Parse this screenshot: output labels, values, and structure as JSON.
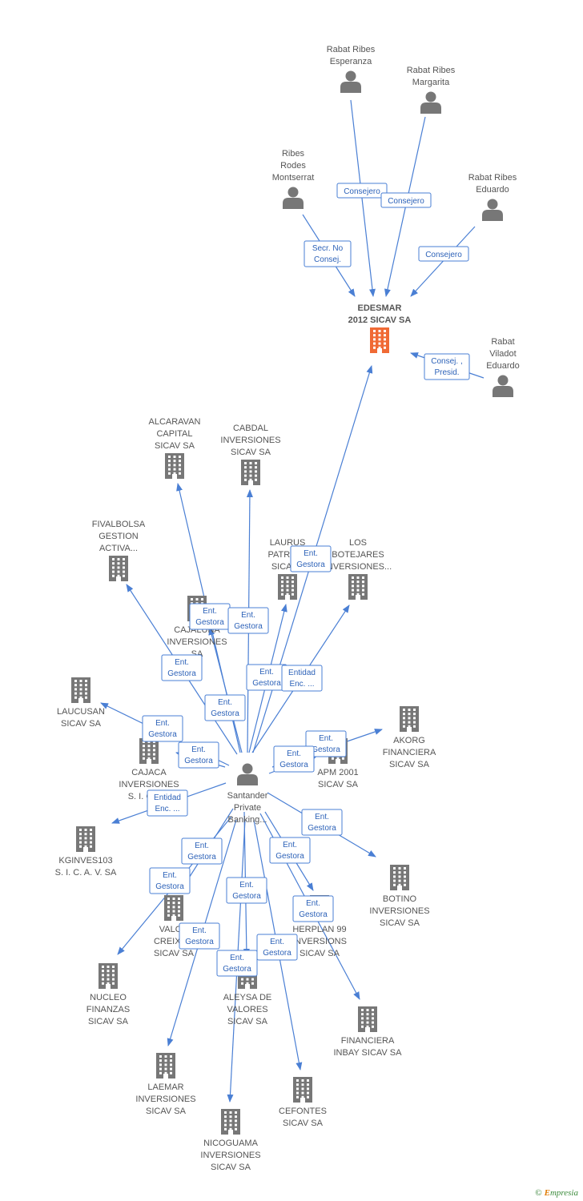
{
  "colors": {
    "edge": "#4a7fd4",
    "node": "#777777",
    "highlight": "#f06a35"
  },
  "nodes": [
    {
      "id": "edesmar",
      "type": "company",
      "highlight": true,
      "label": [
        "EDESMAR",
        "2012 SICAV SA"
      ]
    },
    {
      "id": "esperanza",
      "type": "person",
      "label": [
        "Rabat Ribes",
        "Esperanza"
      ]
    },
    {
      "id": "margarita",
      "type": "person",
      "label": [
        "Rabat Ribes",
        "Margarita"
      ]
    },
    {
      "id": "montserrat",
      "type": "person",
      "label": [
        "Ribes",
        "Rodes",
        "Montserrat"
      ]
    },
    {
      "id": "eduardo",
      "type": "person",
      "label": [
        "Rabat Ribes",
        "Eduardo"
      ]
    },
    {
      "id": "viladot",
      "type": "person",
      "label": [
        "Rabat",
        "Viladot",
        "Eduardo"
      ]
    },
    {
      "id": "santander",
      "type": "person",
      "label": [
        "Santander",
        "Private",
        "Banking..."
      ]
    },
    {
      "id": "alcaravan",
      "type": "company",
      "label": [
        "ALCARAVAN",
        "CAPITAL",
        "SICAV SA"
      ]
    },
    {
      "id": "cabdal",
      "type": "company",
      "label": [
        "CABDAL",
        "INVERSIONES",
        "SICAV SA"
      ]
    },
    {
      "id": "fivalbolsa",
      "type": "company",
      "label": [
        "FIVALBOLSA",
        "GESTION",
        "ACTIVA..."
      ]
    },
    {
      "id": "laurus",
      "type": "company",
      "label": [
        "LAURUS",
        "PATRIM...",
        "SICAV..."
      ]
    },
    {
      "id": "botejares",
      "type": "company",
      "label": [
        "LOS",
        "BOTEJARES",
        "INVERSIONES..."
      ]
    },
    {
      "id": "cajaluna",
      "type": "company",
      "label": [
        "CAJALUNA",
        "INVERSIONES",
        "SA"
      ]
    },
    {
      "id": "laucusan",
      "type": "company",
      "label": [
        "LAUCUSAN",
        "SICAV SA"
      ]
    },
    {
      "id": "akorg",
      "type": "company",
      "label": [
        "AKORG",
        "FINANCIERA",
        "SICAV SA"
      ]
    },
    {
      "id": "cajaca",
      "type": "company",
      "label": [
        "CAJACA",
        "INVERSIONES",
        "S. I. C. A..."
      ]
    },
    {
      "id": "apm",
      "type": "company",
      "label": [
        "APM 2001",
        "SICAV SA"
      ]
    },
    {
      "id": "kginves",
      "type": "company",
      "label": [
        "KGINVES103",
        "S. I. C. A. V. SA"
      ]
    },
    {
      "id": "botino",
      "type": "company",
      "label": [
        "BOTINO",
        "INVERSIONES",
        "SICAV SA"
      ]
    },
    {
      "id": "valor",
      "type": "company",
      "label": [
        "VALOR",
        "CREIXE...",
        "SICAV SA"
      ]
    },
    {
      "id": "herplan",
      "type": "company",
      "label": [
        "HERPLAN 99",
        "INVERSIONS",
        "SICAV SA"
      ]
    },
    {
      "id": "nucleo",
      "type": "company",
      "label": [
        "NUCLEO",
        "FINANZAS",
        "SICAV SA"
      ]
    },
    {
      "id": "aleysa",
      "type": "company",
      "label": [
        "ALEYSA DE",
        "VALORES",
        "SICAV SA"
      ]
    },
    {
      "id": "inbay",
      "type": "company",
      "label": [
        "FINANCIERA",
        "INBAY SICAV SA"
      ]
    },
    {
      "id": "laemar",
      "type": "company",
      "label": [
        "LAEMAR",
        "INVERSIONES",
        "SICAV SA"
      ]
    },
    {
      "id": "cefontes",
      "type": "company",
      "label": [
        "CEFONTES",
        "SICAV SA"
      ]
    },
    {
      "id": "nicoguama",
      "type": "company",
      "label": [
        "NICOGUAMA",
        "INVERSIONES",
        "SICAV SA"
      ]
    }
  ],
  "edges": [
    {
      "from": "esperanza",
      "to": "edesmar",
      "label": [
        "Consejero"
      ]
    },
    {
      "from": "margarita",
      "to": "edesmar",
      "label": [
        "Consejero"
      ]
    },
    {
      "from": "montserrat",
      "to": "edesmar",
      "label": [
        "Secr.  No",
        "Consej."
      ]
    },
    {
      "from": "eduardo",
      "to": "edesmar",
      "label": [
        "Consejero"
      ]
    },
    {
      "from": "viladot",
      "to": "edesmar",
      "label": [
        "Consej. ,",
        "Presid."
      ]
    },
    {
      "from": "santander",
      "to": "edesmar",
      "label": [
        "Ent.",
        "Gestora"
      ]
    },
    {
      "from": "santander",
      "to": "alcaravan",
      "label": [
        "Ent.",
        "Gestora"
      ]
    },
    {
      "from": "santander",
      "to": "cabdal",
      "label": [
        "Ent.",
        "Gestora"
      ]
    },
    {
      "from": "santander",
      "to": "fivalbolsa",
      "label": [
        "Ent.",
        "Gestora"
      ]
    },
    {
      "from": "santander",
      "to": "laurus",
      "label": [
        "Ent.",
        "Gestora"
      ]
    },
    {
      "from": "santander",
      "to": "botejares",
      "label": [
        "Entidad",
        "Enc. ..."
      ]
    },
    {
      "from": "santander",
      "to": "cajaluna",
      "label": [
        "Ent.",
        "Gestora"
      ]
    },
    {
      "from": "santander",
      "to": "laucusan",
      "label": [
        "Ent.",
        "Gestora"
      ]
    },
    {
      "from": "santander",
      "to": "akorg",
      "label": [
        "Ent.",
        "Gestora"
      ]
    },
    {
      "from": "santander",
      "to": "cajaca",
      "label": [
        "Ent.",
        "Gestora"
      ]
    },
    {
      "from": "santander",
      "to": "apm",
      "label": [
        "Ent.",
        "Gestora"
      ]
    },
    {
      "from": "santander",
      "to": "kginves",
      "label": [
        "Entidad",
        "Enc. ..."
      ]
    },
    {
      "from": "santander",
      "to": "botino",
      "label": [
        "Ent.",
        "Gestora"
      ]
    },
    {
      "from": "santander",
      "to": "valor",
      "label": [
        "Ent.",
        "Gestora"
      ]
    },
    {
      "from": "santander",
      "to": "herplan",
      "label": [
        "Ent.",
        "Gestora"
      ]
    },
    {
      "from": "santander",
      "to": "nucleo",
      "label": [
        "Ent.",
        "Gestora"
      ]
    },
    {
      "from": "santander",
      "to": "aleysa",
      "label": [
        "Ent.",
        "Gestora"
      ]
    },
    {
      "from": "santander",
      "to": "inbay",
      "label": [
        "Ent.",
        "Gestora"
      ]
    },
    {
      "from": "santander",
      "to": "laemar",
      "label": [
        "Ent.",
        "Gestora"
      ]
    },
    {
      "from": "santander",
      "to": "cefontes",
      "label": [
        "Ent.",
        "Gestora"
      ]
    },
    {
      "from": "santander",
      "to": "nicoguama",
      "label": [
        "Ent.",
        "Gestora"
      ]
    }
  ],
  "footer": {
    "copyright": "©",
    "brand_initial": "E",
    "brand_rest": "mpresia"
  }
}
